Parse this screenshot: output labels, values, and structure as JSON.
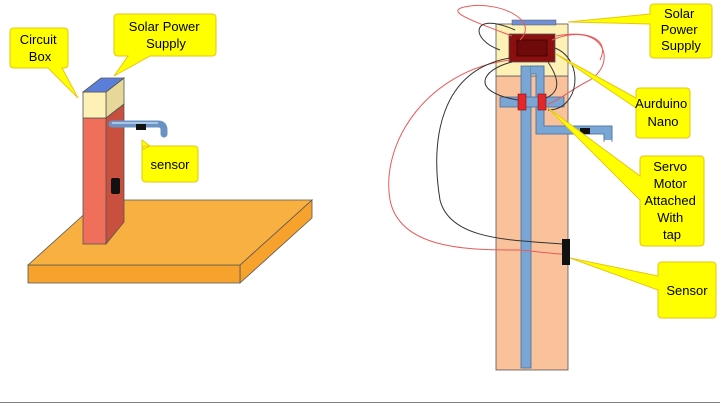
{
  "colors": {
    "callout_fill": "#ffff00",
    "callout_stroke": "#e6c619",
    "base_plate": "#f6a22c",
    "pillar_front": "#ef6f5a",
    "pillar_side": "#c94f3e",
    "circuit_box": "#fdf1b5",
    "pipe": "#7aa6d6",
    "column": "#f9c29a",
    "arduino": "#8b0f0f",
    "servo": "#e3282a",
    "wire_red": "#e85a5a",
    "wire_black": "#333333",
    "sensor": "#111111"
  },
  "left_figure": {
    "labels": {
      "circuit_box": [
        "Circuit",
        "Box"
      ],
      "solar": [
        "Solar Power",
        "Supply"
      ],
      "sensor": [
        "sensor"
      ]
    }
  },
  "right_figure": {
    "labels": {
      "solar": [
        "Solar",
        "Power",
        "Supply"
      ],
      "arduino": [
        "Aurduino",
        "Nano"
      ],
      "servo": [
        "Servo",
        "Motor",
        "Attached",
        "With",
        "tap"
      ],
      "sensor": [
        "Sensor"
      ]
    }
  }
}
